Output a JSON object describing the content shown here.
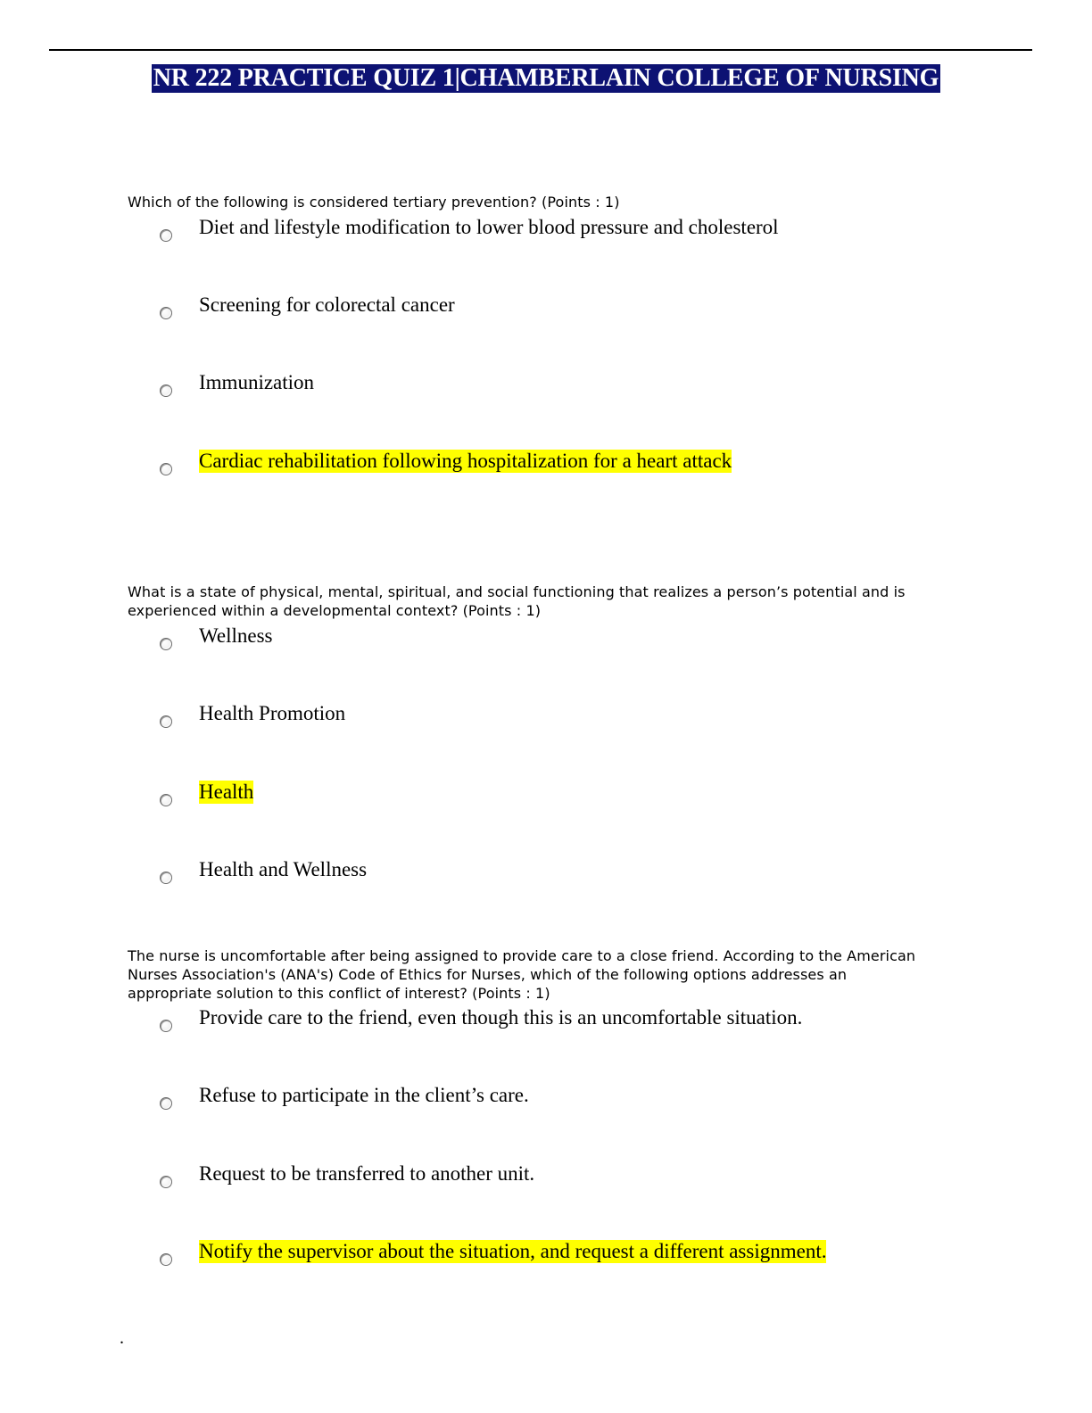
{
  "title": "NR 222 PRACTICE QUIZ 1|CHAMBERLAIN COLLEGE OF NURSING",
  "questions": [
    {
      "text": "Which of the following is considered tertiary prevention? (Points : 1)",
      "options": [
        {
          "text": "Diet and lifestyle modification to lower blood pressure and cholesterol",
          "highlighted": false
        },
        {
          "text": "Screening for colorectal cancer",
          "highlighted": false
        },
        {
          "text": "Immunization",
          "highlighted": false
        },
        {
          "text": "Cardiac rehabilitation following hospitalization for a heart attack",
          "highlighted": true
        }
      ]
    },
    {
      "text": "What is a state of physical, mental, spiritual, and social functioning that realizes a person’s potential and is experienced within a developmental context? (Points : 1)",
      "options": [
        {
          "text": "Wellness",
          "highlighted": false
        },
        {
          "text": "Health Promotion",
          "highlighted": false
        },
        {
          "text": "Health",
          "highlighted": true
        },
        {
          "text": "Health and Wellness",
          "highlighted": false
        }
      ]
    },
    {
      "text": "The nurse is uncomfortable after being assigned to provide care to a close friend. According to the American Nurses Association's (ANA's) Code of Ethics for Nurses, which of the following options addresses an appropriate solution to this conflict of interest? (Points : 1)",
      "options": [
        {
          "text": "Provide care to the friend, even though this is an uncomfortable situation.",
          "highlighted": false
        },
        {
          "text": "Refuse to participate in the client’s care.",
          "highlighted": false
        },
        {
          "text": "Request to be transferred to another unit.",
          "highlighted": false
        },
        {
          "text": "Notify the supervisor about the situation, and request a different assignment.",
          "highlighted": true
        }
      ]
    }
  ],
  "footer_mark": ".",
  "colors": {
    "title_bg": "#0d1273",
    "title_fg": "#ffffff",
    "highlight": "#ffff00"
  }
}
